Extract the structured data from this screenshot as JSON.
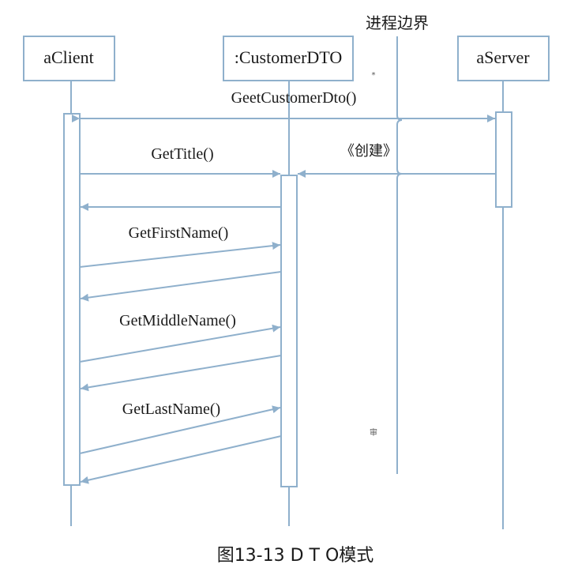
{
  "figure": {
    "process_boundary_label": "进程边界",
    "caption": "图13-13 D T O模式"
  },
  "participants": {
    "client": "aClient",
    "dto": ":CustomerDTO",
    "server": "aServer"
  },
  "messages": {
    "get_customer_dto": "GeetCustomerDto()",
    "create_stereotype": "《创建》",
    "get_title": "GetTitle()",
    "get_first_name": "GetFirstName()",
    "get_middle_name": "GetMiddleName()",
    "get_last_name": "GetLastName()"
  },
  "marks": {
    "asterisk": "*",
    "small_glyph": "审"
  },
  "colors": {
    "line": "#8fb0cc",
    "text": "#1a1a1a"
  }
}
